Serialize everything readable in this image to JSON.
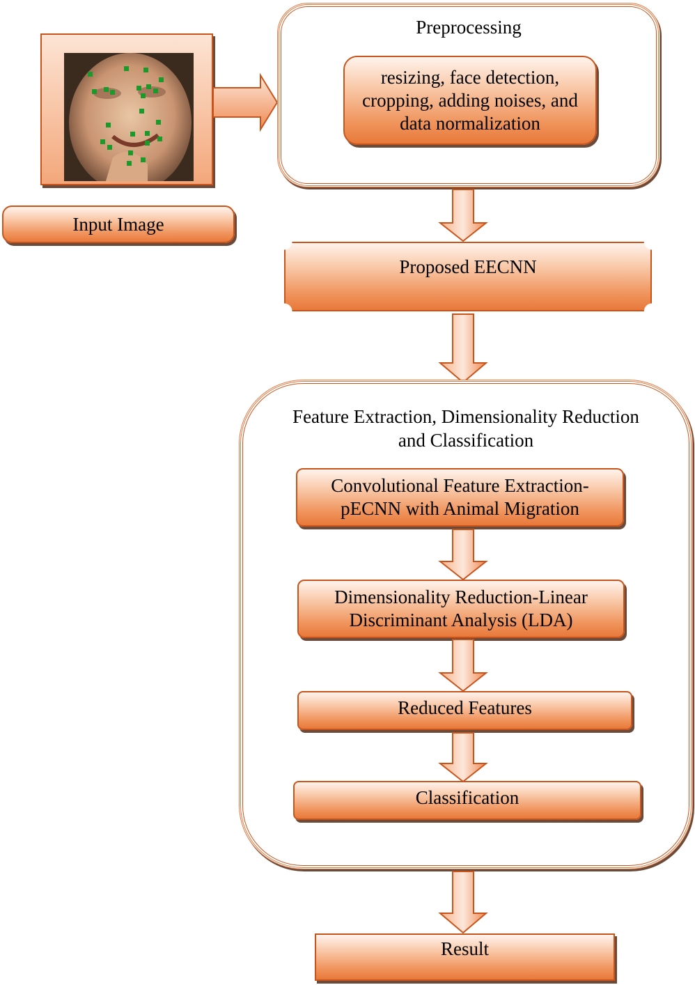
{
  "input": {
    "label": "Input Image"
  },
  "preprocessing": {
    "title": "Preprocessing",
    "lines": [
      "resizing, face detection,",
      "cropping, adding noises, and",
      "data normalization"
    ]
  },
  "eecnn": {
    "label": "Proposed EECNN"
  },
  "fe_group": {
    "title_lines": [
      "Feature Extraction, Dimensionality Reduction",
      "and Classification"
    ],
    "conv_lines": [
      "Convolutional Feature Extraction-",
      "pECNN with Animal Migration"
    ],
    "lda_lines": [
      "Dimensionality Reduction-Linear",
      "Discriminant Analysis (LDA)"
    ],
    "reduced": "Reduced Features",
    "classification": "Classification"
  },
  "result": {
    "label": "Result"
  },
  "colors": {
    "accent": "#e8793a",
    "border": "#c8541c",
    "shadow": "#6b4a3a",
    "landmark": "#1a9a2a"
  },
  "icons": [
    "face-landmark-photo",
    "arrow-right-icon",
    "arrow-down-icon"
  ]
}
